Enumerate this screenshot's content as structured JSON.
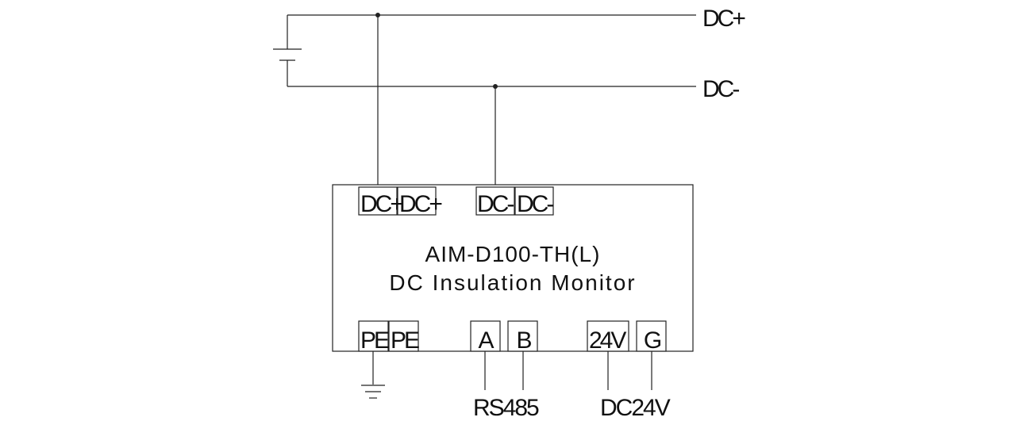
{
  "bus": {
    "positive_label": "DC+",
    "negative_label": "DC-"
  },
  "device": {
    "model": "AIM-D100-TH(L)",
    "description": "DC Insulation Monitor",
    "top_terminals": [
      "DC+",
      "DC+",
      "DC-",
      "DC-"
    ],
    "bottom_terminals": [
      "PE",
      "PE",
      "A",
      "B",
      "24V",
      "G"
    ]
  },
  "connections": {
    "rs485_label": "RS485",
    "power_label": "DC24V"
  }
}
